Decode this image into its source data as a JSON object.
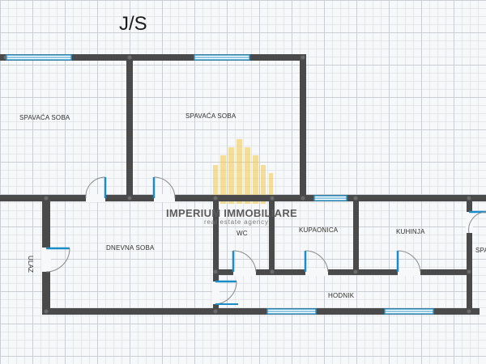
{
  "plan": {
    "orientation": "J/S",
    "rooms": {
      "bedroom_left": "SPAVAĆA SOBA",
      "bedroom_right": "SPAVAĆA SOBA",
      "living_room": "DNEVNA SOBA",
      "wc": "WC",
      "bathroom": "KUPAONICA",
      "kitchen": "KUHINJA",
      "hallway": "HODNIK",
      "partial_room": "SPA",
      "entrance": "ULAZ"
    },
    "colors": {
      "wall": "#4a4a4a",
      "window": "#2a95c9",
      "door": "#1a8cc8",
      "watermark": "#f2c84a"
    }
  },
  "watermark": {
    "name": "IMPERIUM IMMOBILIARE",
    "tagline": "real estate agency"
  }
}
